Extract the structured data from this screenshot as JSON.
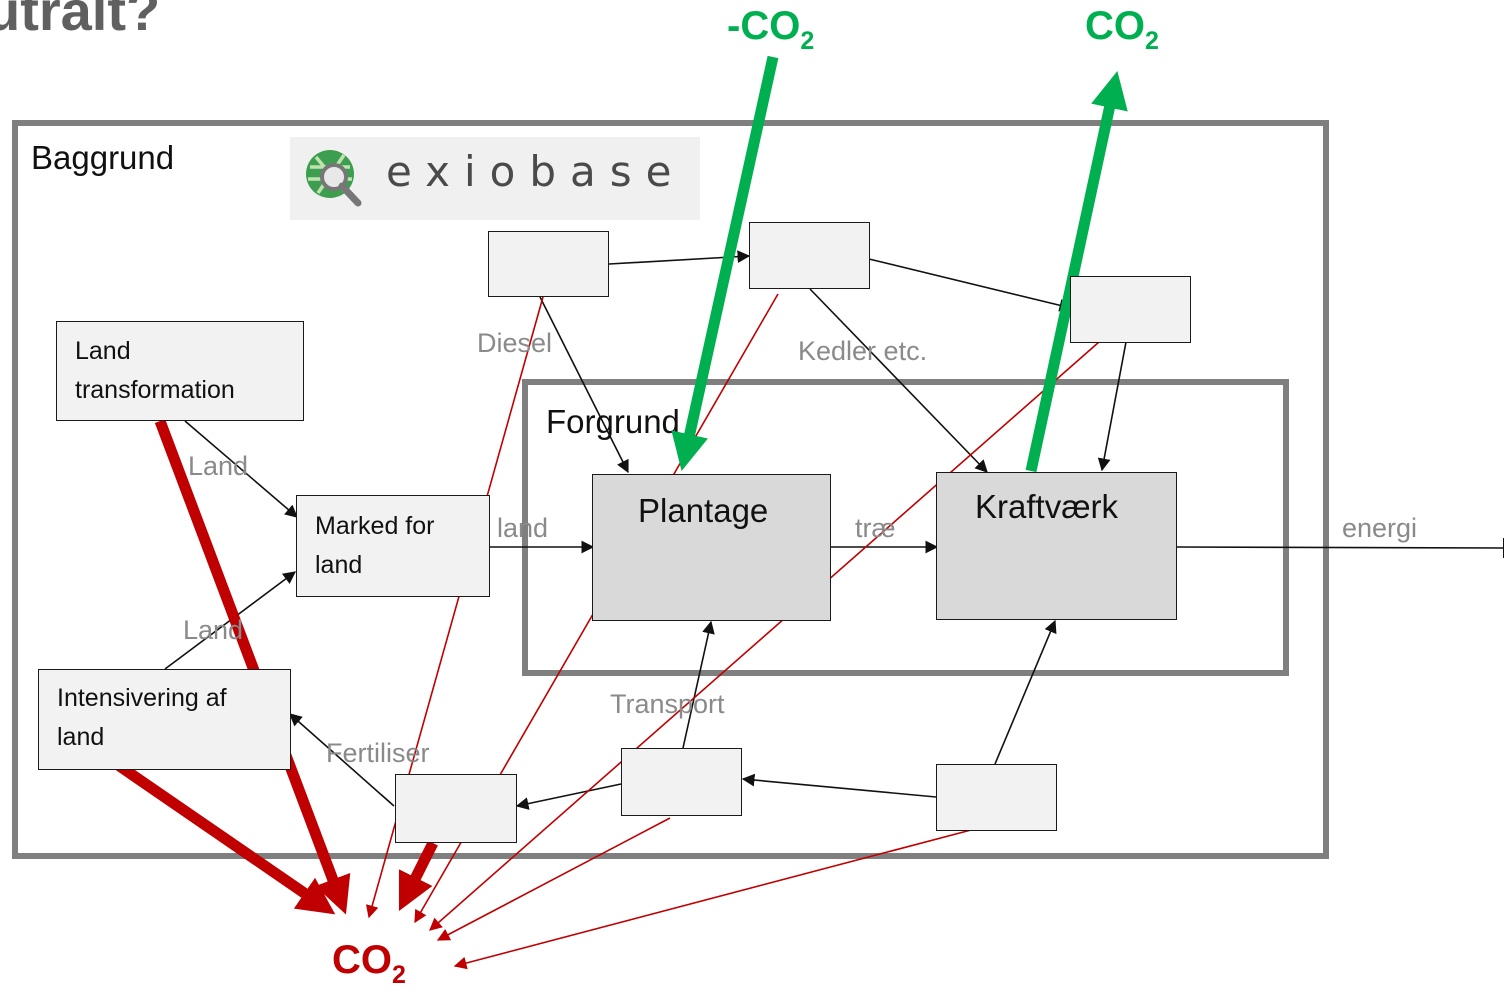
{
  "title_fragment": "utralt?",
  "frames": {
    "background_title": "Baggrund",
    "foreground_title": "Forgrund"
  },
  "logo": {
    "text": "exiobase",
    "icon": "globe-magnifier-icon"
  },
  "boxes": {
    "land_transformation": "Land\ntransformation",
    "marked_for_land": "Marked for\nland",
    "intensivering": "Intensivering af\nland",
    "plantage": "Plantage",
    "kraftvaerk": "Kraftværk"
  },
  "flow_labels": {
    "diesel": "Diesel",
    "kedler": "Kedler etc.",
    "land_top": "Land",
    "land_bottom": "Land",
    "land_lower": "land",
    "trae": "træ",
    "energi": "energi",
    "transport": "Transport",
    "fertiliser": "Fertiliser"
  },
  "emissions": {
    "uptake_main": "-CO",
    "uptake_sub": "2",
    "release_main": "CO",
    "release_sub": "2",
    "sink_main": "CO",
    "sink_sub": "2"
  },
  "colors": {
    "green": "#00b050",
    "red": "#c00000",
    "frame_grey": "#7f7f7f",
    "box_light": "#f2f2f2",
    "box_dark": "#d9d9d9"
  }
}
